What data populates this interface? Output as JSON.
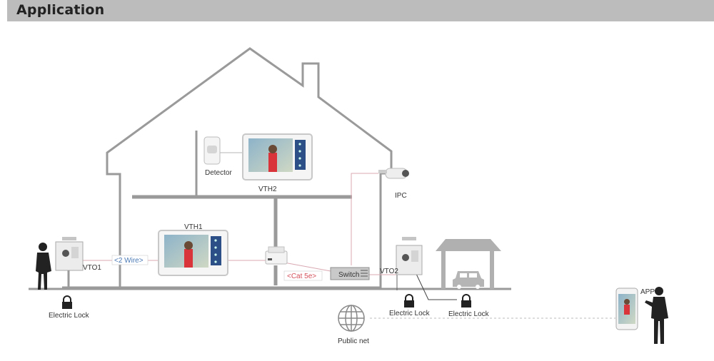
{
  "header": {
    "title": "Application"
  },
  "devices": {
    "vto1": "VTO1",
    "vto2": "VTO2",
    "vth1": "VTH1",
    "vth2": "VTH2",
    "ipc": "IPC",
    "detector": "Detector",
    "switch": "Switch",
    "app": "APP",
    "public_net": "Public net",
    "electric_lock_1": "Electric Lock",
    "electric_lock_2": "Electric Lock",
    "electric_lock_3": "Electric Lock"
  },
  "connections": {
    "two_wire": "<2 Wire>",
    "cat5e": "<Cat 5e>"
  },
  "colors": {
    "header_bg": "#bcbcbc",
    "house_outline": "#9a9a9a",
    "two_wire_tag": "#4a79b5",
    "cat5e_tag": "#d4505a",
    "link_line": "#d9a9b3"
  }
}
